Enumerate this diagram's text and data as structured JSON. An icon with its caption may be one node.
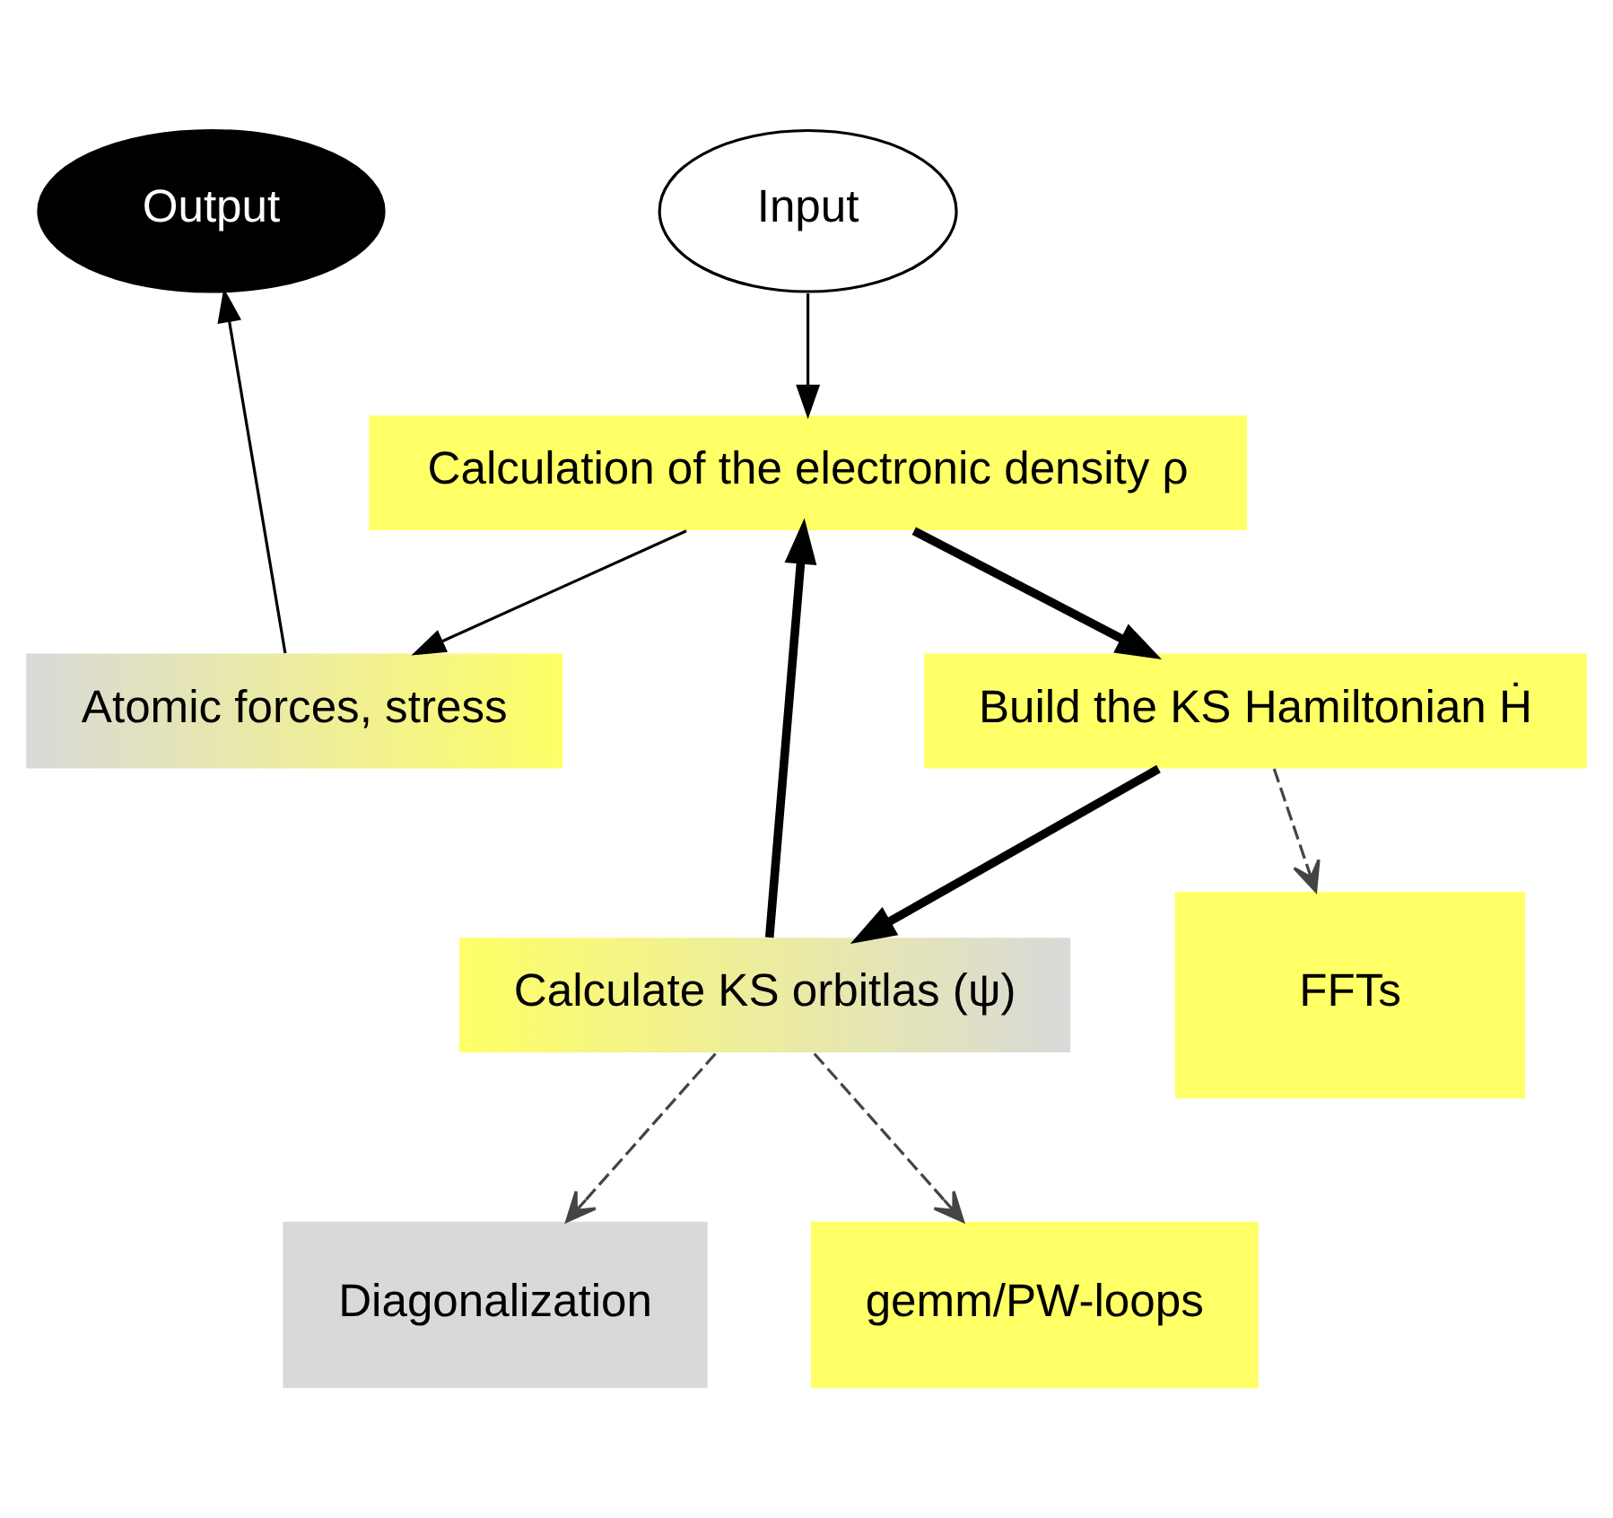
{
  "diagram": {
    "nodes": [
      {
        "text": [
          "Input"
        ]
      },
      {
        "text": [
          "Output"
        ]
      },
      {
        "text": [
          "Atomic forces, stress"
        ]
      },
      {
        "text": [
          "Calculation of the electronic density ρ"
        ]
      },
      {
        "text": [
          "Build the KS Hamiltonian Ḣ"
        ]
      },
      {
        "text": [
          "Calculate KS orbitlas (ψ)"
        ]
      },
      {
        "text": [
          "FFTs"
        ]
      },
      {
        "text": [
          "Diagonalization"
        ]
      },
      {
        "text": [
          "gemm/PW-loops"
        ]
      }
    ],
    "edges": [
      {
        "from": 0,
        "to": 3,
        "arrow": "to"
      },
      {
        "from": 3,
        "to": 2,
        "arrow": "to"
      },
      {
        "from": 2,
        "to": 1,
        "arrow": "to"
      },
      {
        "from": 3,
        "to": 4,
        "arrow": "to",
        "style": "thick"
      },
      {
        "from": 4,
        "to": 5,
        "arrow": "to",
        "style": "thick"
      },
      {
        "from": 5,
        "to": 3,
        "arrow": "to",
        "style": "thick"
      },
      {
        "from": 4,
        "to": 6,
        "arrow": "to",
        "style": "dashed"
      },
      {
        "from": 5,
        "to": 7,
        "arrow": "to",
        "style": "dashed"
      },
      {
        "from": 5,
        "to": 8,
        "arrow": "to",
        "style": "dashed"
      }
    ]
  }
}
